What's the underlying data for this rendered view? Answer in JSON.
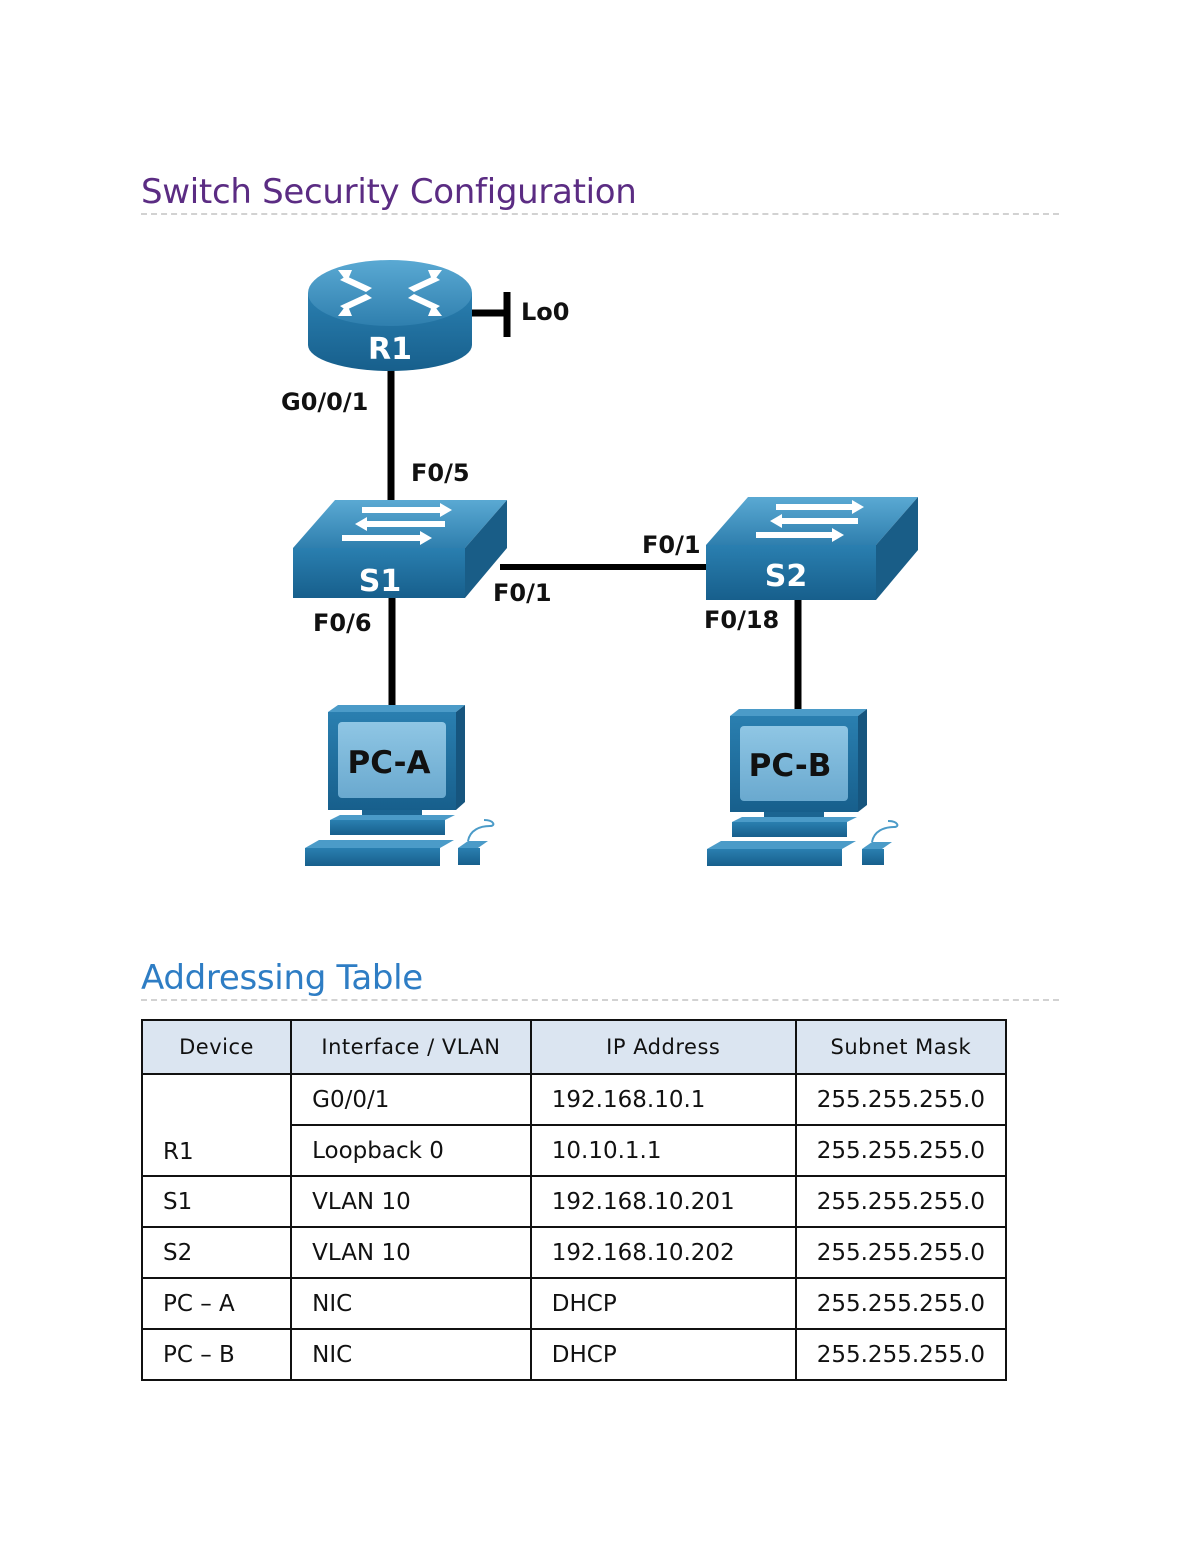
{
  "headings": {
    "section_title": "Switch Security Configuration",
    "table_title": "Addressing Table"
  },
  "topology": {
    "devices": {
      "router": "R1",
      "switch1": "S1",
      "switch2": "S2",
      "pc_a": "PC-A",
      "pc_b": "PC-B"
    },
    "interfaces": {
      "r1_loopback": "Lo0",
      "r1_g001": "G0/0/1",
      "s1_f05": "F0/5",
      "s1_f06": "F0/6",
      "s1_f01": "F0/1",
      "s2_f01": "F0/1",
      "s2_f018": "F0/18"
    },
    "colors": {
      "device_face": "#1f6a99",
      "device_top": "#4b9bc8",
      "link": "#000000"
    }
  },
  "table": {
    "headers": [
      "Device",
      "Interface / VLAN",
      "IP Address",
      "Subnet Mask"
    ],
    "rows": [
      {
        "device": "R1",
        "interface": "G0/0/1",
        "ip": "192.168.10.1",
        "mask": "255.255.255.0"
      },
      {
        "device": "",
        "interface": "Loopback 0",
        "ip": "10.10.1.1",
        "mask": "255.255.255.0"
      },
      {
        "device": "S1",
        "interface": "VLAN 10",
        "ip": "192.168.10.201",
        "mask": "255.255.255.0"
      },
      {
        "device": "S2",
        "interface": "VLAN 10",
        "ip": "192.168.10.202",
        "mask": "255.255.255.0"
      },
      {
        "device": "PC – A",
        "interface": "NIC",
        "ip": "DHCP",
        "mask": "255.255.255.0"
      },
      {
        "device": "PC – B",
        "interface": "NIC",
        "ip": "DHCP",
        "mask": "255.255.255.0"
      }
    ],
    "header_color": "#dbe5f1"
  }
}
